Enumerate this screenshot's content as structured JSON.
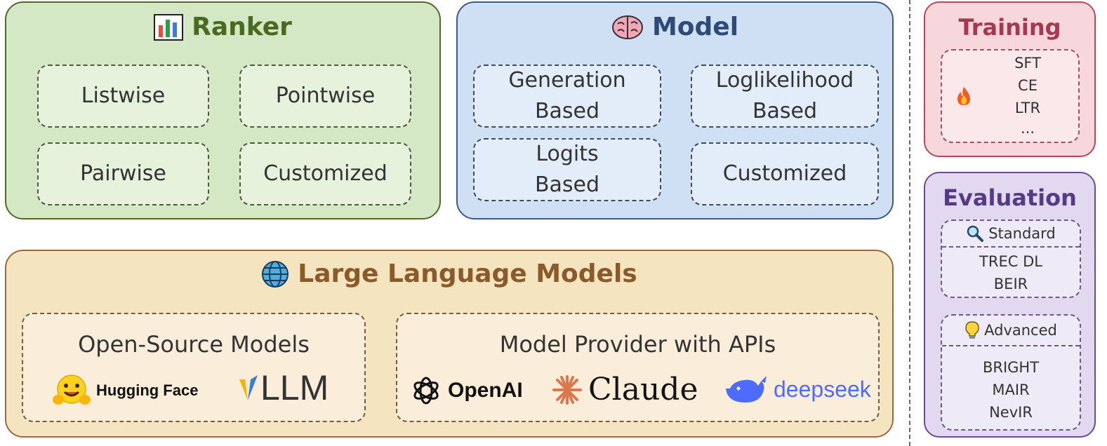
{
  "ranker": {
    "title": "Ranker",
    "icon": "bar-chart-icon",
    "items": [
      "Listwise",
      "Pointwise",
      "Pairwise",
      "Customized"
    ],
    "colors": {
      "fill": "#d5e8c5",
      "border": "#4f6b2a",
      "title": "#4a6a1f",
      "box": "#e6f2dc"
    }
  },
  "model": {
    "title": "Model",
    "icon": "brain-icon",
    "items": [
      {
        "line1": "Generation",
        "line2": "Based"
      },
      {
        "line1": "Loglikelihood",
        "line2": "Based"
      },
      {
        "line1": "Logits",
        "line2": "Based"
      },
      {
        "line1": "Customized",
        "line2": ""
      }
    ],
    "colors": {
      "fill": "#cfe0f4",
      "border": "#3d5a86",
      "title": "#2e4a78",
      "box": "#e2edf9"
    }
  },
  "llm": {
    "title": "Large Language Models",
    "icon": "globe-icon",
    "open_source": {
      "label": "Open-Source Models",
      "logos": [
        {
          "name": "hugging-face-logo",
          "text": "Hugging Face"
        },
        {
          "name": "vllm-logo",
          "text": "LLM"
        }
      ]
    },
    "api": {
      "label": "Model Provider with APIs",
      "logos": [
        {
          "name": "openai-logo",
          "text": "OpenAI"
        },
        {
          "name": "claude-logo",
          "text": "Claude"
        },
        {
          "name": "deepseek-logo",
          "text": "deepseek"
        }
      ]
    },
    "colors": {
      "fill": "#f5e4c0",
      "border": "#9c6a3a",
      "title": "#8a5a2b",
      "box": "#faeedb"
    }
  },
  "training": {
    "title": "Training",
    "icon": "fire-icon",
    "items": [
      "SFT",
      "CE",
      "LTR",
      "..."
    ],
    "colors": {
      "fill": "#f7d6dc",
      "border": "#b4495e",
      "title": "#a8384f",
      "box": "#fbe8eb"
    }
  },
  "evaluation": {
    "title": "Evaluation",
    "standard": {
      "label": "Standard",
      "icon": "magnifier-icon",
      "items": [
        "TREC DL",
        "BEIR"
      ]
    },
    "advanced": {
      "label": "Advanced",
      "icon": "lightbulb-icon",
      "items": [
        "BRIGHT",
        "MAIR",
        "NevIR"
      ]
    },
    "colors": {
      "fill": "#e2d9f0",
      "border": "#6a4c95",
      "title": "#553b85",
      "box": "#efeaf7"
    }
  }
}
